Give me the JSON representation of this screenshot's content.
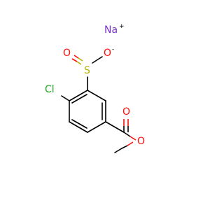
{
  "molecule": {
    "atoms": {
      "sodium": {
        "label": "Na",
        "charge": "+"
      },
      "sulfur": {
        "label": "S"
      },
      "sulfinate_oxygen_double": {
        "label": "O"
      },
      "sulfinate_oxygen_anion": {
        "label": "O",
        "charge": "-"
      },
      "chlorine": {
        "label": "Cl"
      },
      "ester_carbonyl_oxygen": {
        "label": "O"
      },
      "ester_ether_oxygen": {
        "label": "O"
      }
    }
  },
  "colors": {
    "carbon_bonds": "#000000",
    "oxygen": "#ff0d0d",
    "sulfur": "#b2b200",
    "chlorine": "#1fab1f",
    "sodium": "#7a32c8",
    "background": "#ffffff"
  }
}
